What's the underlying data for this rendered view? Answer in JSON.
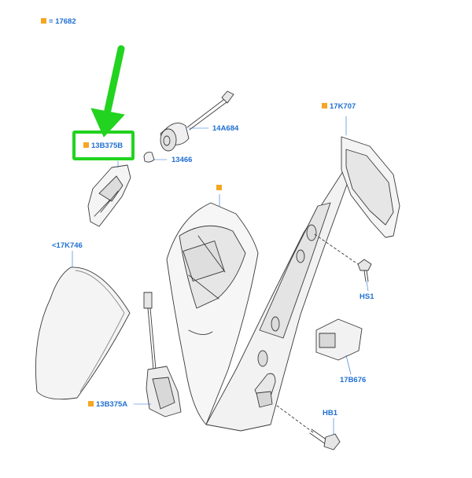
{
  "legend": {
    "label": "17682"
  },
  "labels": {
    "p_14A684": "14A684",
    "p_13B375B": "13B375B",
    "p_13466": "13466",
    "p_17K707": "17K707",
    "p_17K746": "<17K746",
    "p_HS1": "HS1",
    "p_13B375A": "13B375A",
    "p_17B676": "17B676",
    "p_HB1": "HB1"
  },
  "colors": {
    "label_blue": "#1f6fd1",
    "marker_orange": "#f5a623",
    "highlight_green": "#22d31f"
  }
}
